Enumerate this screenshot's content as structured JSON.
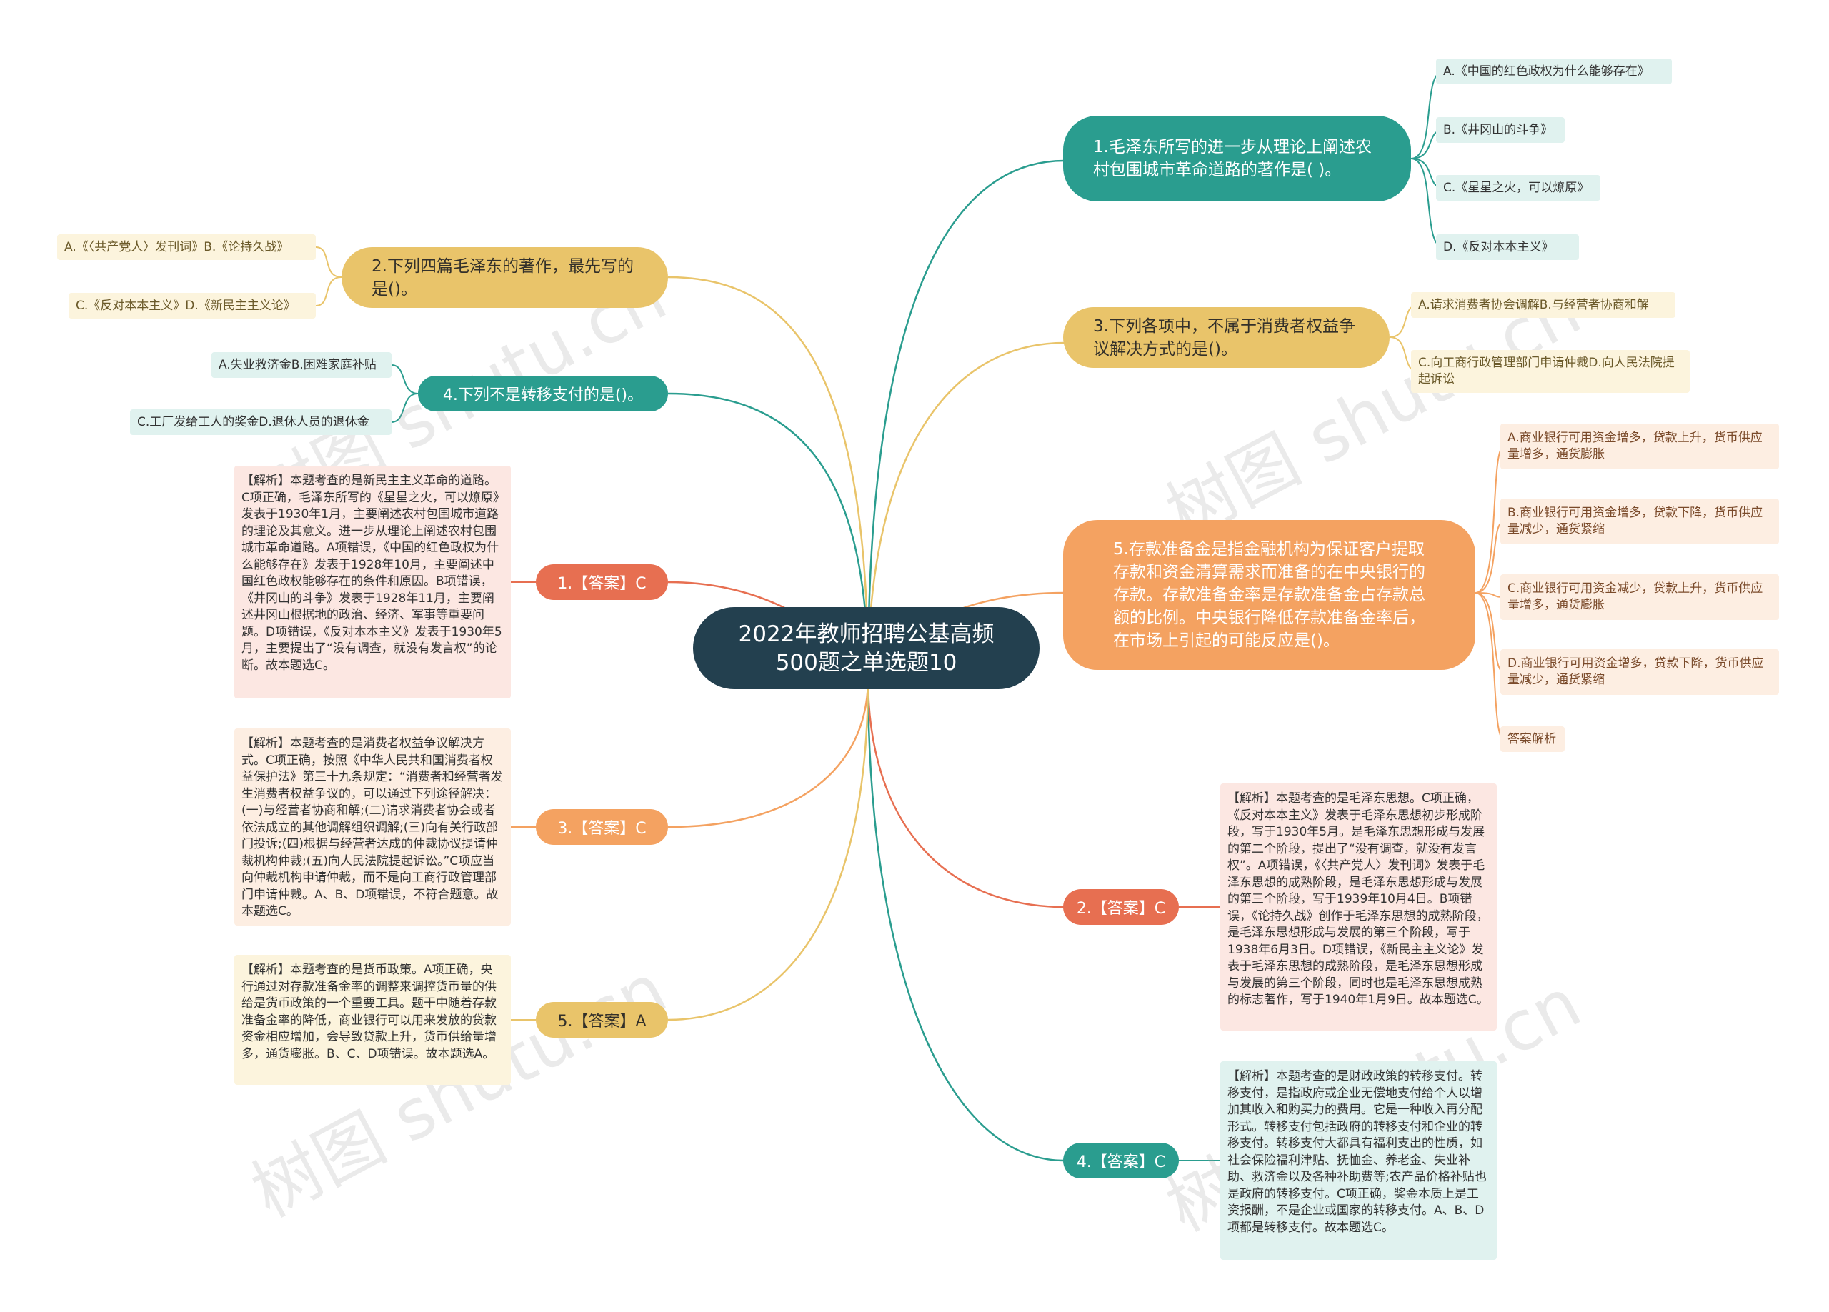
{
  "center": {
    "title": "2022年教师招聘公基高频\n500题之单选题10"
  },
  "topics": {
    "q1": "1.毛泽东所写的进一步从理论上阐述农村包围城市革命道路的著作是(    )。",
    "q2": "2.下列四篇毛泽东的著作，最先写的是()。",
    "q3": "3.下列各项中，不属于消费者权益争议解决方式的是()。",
    "q4": "4.下列不是转移支付的是()。",
    "q5": "5.存款准备金是指金融机构为保证客户提取存款和资金清算需求而准备的在中央银行的存款。存款准备金率是存款准备金占存款总额的比例。中央银行降低存款准备金率后，在市场上引起的可能反应是()。"
  },
  "answers": {
    "a1": "1.【答案】C",
    "a2": "2.【答案】C",
    "a3": "3.【答案】C",
    "a4": "4.【答案】C",
    "a5": "5.【答案】A"
  },
  "options": {
    "q1": [
      "A.《中国的红色政权为什么能够存在》",
      "B.《井冈山的斗争》",
      "C.《星星之火，可以燎原》",
      "D.《反对本本主义》"
    ],
    "q2": [
      "A.《〈共产党人〉发刊词》B.《论持久战》",
      "C.《反对本本主义》D.《新民主主义论》"
    ],
    "q3": [
      "A.请求消费者协会调解B.与经营者协商和解",
      "C.向工商行政管理部门申请仲裁D.向人民法院提起诉讼"
    ],
    "q4": [
      "A.失业救济金B.困难家庭补贴",
      "C.工厂发给工人的奖金D.退休人员的退休金"
    ],
    "q5": [
      "A.商业银行可用资金增多，贷款上升，货币供应量增多，通货膨胀",
      "B.商业银行可用资金增多，贷款下降，货币供应量减少，通货紧缩",
      "C.商业银行可用资金减少，贷款上升，货币供应量增多，通货膨胀",
      "D.商业银行可用资金增多，贷款下降，货币供应量减少，通货紧缩",
      "答案解析"
    ]
  },
  "notes": {
    "n1": "【解析】本题考查的是新民主主义革命的道路。C项正确，毛泽东所写的《星星之火，可以燎原》发表于1930年1月，主要阐述农村包围城市道路的理论及其意义。进一步从理论上阐述农村包围城市革命道路。A项错误，《中国的红色政权为什么能够存在》发表于1928年10月，主要阐述中国红色政权能够存在的条件和原因。B项错误，《井冈山的斗争》发表于1928年11月，主要阐述井冈山根据地的政治、经济、军事等重要问题。D项错误，《反对本本主义》发表于1930年5月，主要提出了“没有调查，就没有发言权”的论断。故本题选C。",
    "n2": "【解析】本题考查的是毛泽东思想。C项正确，《反对本本主义》发表于毛泽东思想初步形成阶段，写于1930年5月。是毛泽东思想形成与发展的第二个阶段，提出了“没有调查，就没有发言权”。A项错误，《〈共产党人〉发刊词》发表于毛泽东思想的成熟阶段，是毛泽东思想形成与发展的第三个阶段，写于1939年10月4日。B项错误，《论持久战》创作于毛泽东思想的成熟阶段，是毛泽东思想形成与发展的第三个阶段，写于1938年6月3日。D项错误，《新民主主义论》发表于毛泽东思想的成熟阶段，是毛泽东思想形成与发展的第三个阶段，同时也是毛泽东思想成熟的标志著作，写于1940年1月9日。故本题选C。",
    "n3": "【解析】本题考查的是消费者权益争议解决方式。C项正确，按照《中华人民共和国消费者权益保护法》第三十九条规定：“消费者和经营者发生消费者权益争议的，可以通过下列途径解决：(一)与经营者协商和解;(二)请求消费者协会或者依法成立的其他调解组织调解;(三)向有关行政部门投诉;(四)根据与经营者达成的仲裁协议提请仲裁机构仲裁;(五)向人民法院提起诉讼。”C项应当向仲裁机构申请仲裁，而不是向工商行政管理部门申请仲裁。A、B、D项错误，不符合题意。故本题选C。",
    "n4": "【解析】本题考查的是财政政策的转移支付。转移支付，是指政府或企业无偿地支付给个人以增加其收入和购买力的费用。它是一种收入再分配形式。转移支付包括政府的转移支付和企业的转移支付。转移支付大都具有福利支出的性质，如社会保险福利津贴、抚恤金、养老金、失业补助、救济金以及各种补助费等;农产品价格补贴也是政府的转移支付。C项正确，奖金本质上是工资报酬，不是企业或国家的转移支付。A、B、D项都是转移支付。故本题选C。",
    "n5": "【解析】本题考查的是货币政策。A项正确，央行通过对存款准备金率的调整来调控货币量的供给是货币政策的一个重要工具。题干中随着存款准备金率的降低，商业银行可以用来发放的贷款资金相应增加，会导致贷款上升，货币供给量增多，通货膨胀。B、C、D项错误。故本题选A。"
  },
  "watermark": "树图 shutu.cn",
  "colors": {
    "center": "#23404f",
    "teal": "#2a9d8f",
    "gold": "#e9c46a",
    "orange": "#f4a261",
    "red": "#e76f51"
  }
}
